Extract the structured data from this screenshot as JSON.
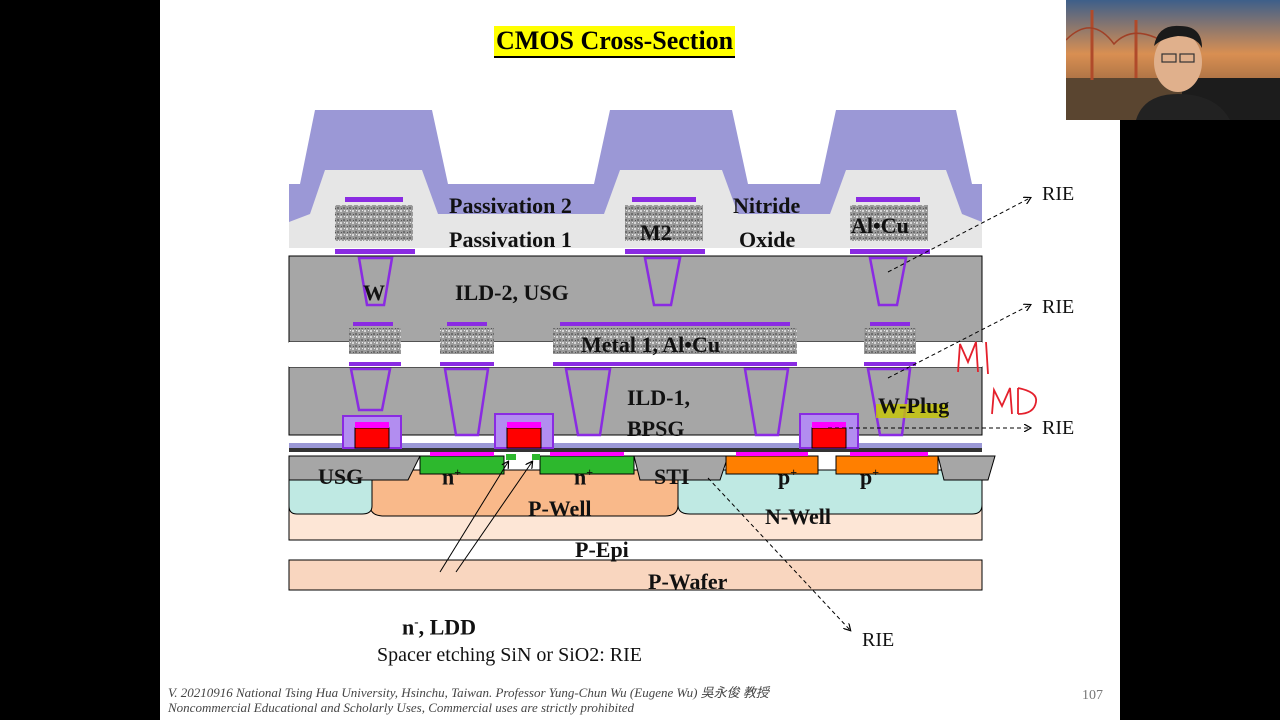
{
  "slide": {
    "title": "CMOS Cross-Section",
    "labels": {
      "passivation2": "Passivation 2",
      "passivation1": "Passivation 1",
      "m2": "M2",
      "nitride": "Nitride",
      "oxide": "Oxide",
      "alcu": "Al•Cu",
      "w": "W",
      "ild2": "ILD-2, USG",
      "metal1": "Metal 1, Al•Cu",
      "ild1_line1": "ILD-1,",
      "ild1_line2": "BPSG",
      "wplug": "W-Plug",
      "usg": "USG",
      "n_plus": "n",
      "p_plus": "p",
      "plus": "+",
      "sti": "STI",
      "pwell": "P-Well",
      "nwell": "N-Well",
      "pepi": "P-Epi",
      "pwafer": "P-Wafer",
      "ldd": "n",
      "ldd_sup": "-",
      "ldd_rest": ", LDD",
      "spacer": "Spacer etching SiN or SiO2: RIE",
      "rie": "RIE"
    },
    "handwriting": {
      "m1": "M1",
      "md": "MD"
    },
    "footer_line1": "V. 20210916 National Tsing Hua University, Hsinchu, Taiwan. Professor Yung-Chun Wu (Eugene Wu) 吳永俊 教授",
    "footer_line2": "Noncommercial Educational and Scholarly Uses, Commercial uses are strictly prohibited",
    "page_number": "107"
  },
  "colors": {
    "nitride": "#9b98d6",
    "oxide": "#e6e6e6",
    "ild": "#a6a6a6",
    "metal_cap": "#8a2be2",
    "gate_red": "#ff0000",
    "gate_magenta": "#ff00ff",
    "n_diff": "#2db82d",
    "p_diff": "#ff7f00",
    "pwell": "#f9b98a",
    "nwell": "#bfe9e3",
    "epi": "#fde6d6",
    "wafer": "#f9d6bf",
    "handwriting": "#e4202c",
    "highlight": "#c8c800"
  }
}
